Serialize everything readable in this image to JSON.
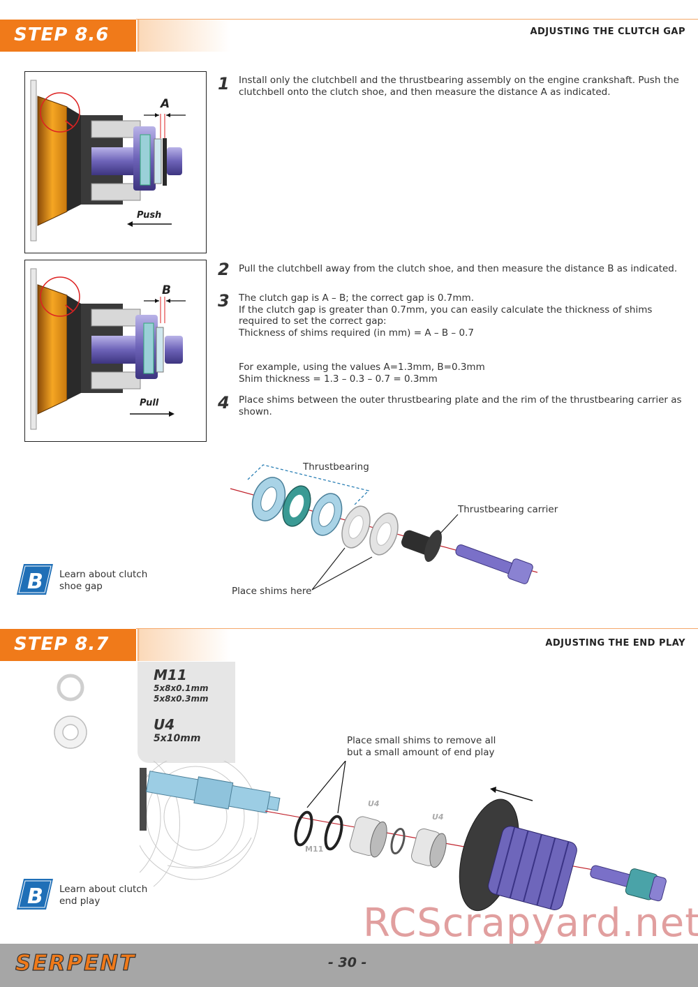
{
  "step86": {
    "title": "STEP 8.6",
    "section": "ADJUSTING THE CLUTCH GAP",
    "steps": [
      {
        "num": "1",
        "text": "Install only the clutchbell and the thrustbearing assembly on the engine crankshaft. Push the clutchbell onto the clutch shoe, and then measure the distance A as indicated."
      },
      {
        "num": "2",
        "text": "Pull the clutchbell away from the clutch shoe, and then measure the distance B as indicated."
      },
      {
        "num": "3",
        "text": "The clutch gap is A – B; the correct gap is 0.7mm.\nIf the clutch gap is greater than 0.7mm, you can easily calculate the thickness of shims required to set the correct gap:\nThickness of shims required (in mm) = A – B – 0.7\n\n\nFor example, using the values A=1.3mm, B=0.3mm\nShim thickness = 1.3 – 0.3 – 0.7 = 0.3mm"
      },
      {
        "num": "4",
        "text": "Place shims between the outer thrustbearing plate and the rim of the thrustbearing carrier as shown."
      }
    ],
    "fig1": {
      "letter": "A",
      "action": "Push"
    },
    "fig2": {
      "letter": "B",
      "action": "Pull"
    },
    "diagram": {
      "thrustbearing": "Thrustbearing",
      "carrier": "Thrustbearing carrier",
      "shims": "Place shims here"
    },
    "learn": "Learn about clutch\nshoe gap"
  },
  "step87": {
    "title": "STEP 8.7",
    "section": "ADJUSTING THE END PLAY",
    "parts": [
      {
        "code": "M11",
        "desc": "5x8x0.1mm\n5x8x0.3mm"
      },
      {
        "code": "U4",
        "desc": "5x10mm"
      }
    ],
    "diagram": {
      "note": "Place small shims to remove all\nbut a small amount of end play",
      "m11": "M11",
      "u4a": "U4",
      "u4b": "U4"
    },
    "learn": "Learn about clutch\nend play"
  },
  "footer": {
    "brand": "SERPENT",
    "page": "- 30 -"
  },
  "watermark": "RCScrapyard.net",
  "colors": {
    "accent": "#f07a1a",
    "footer": "#a6a6a6"
  }
}
